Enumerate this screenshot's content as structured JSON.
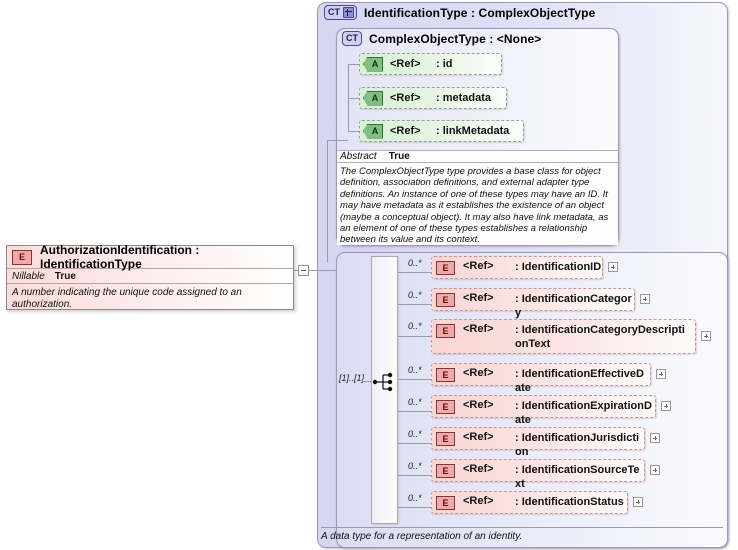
{
  "outer_type": {
    "badge": "CT",
    "badge_expander": "plus",
    "title": "IdentificationType : ComplexObjectType",
    "documentation": "A data type for a representation of an identity."
  },
  "base_type": {
    "badge": "CT",
    "title": "ComplexObjectType : <None>",
    "attributes": [
      {
        "icon": "A",
        "ref": "<Ref>",
        "name": ": id"
      },
      {
        "icon": "A",
        "ref": "<Ref>",
        "name": ": metadata"
      },
      {
        "icon": "A",
        "ref": "<Ref>",
        "name": ": linkMetadata"
      }
    ],
    "facet": {
      "key": "Abstract",
      "value": "True"
    },
    "documentation": "The ComplexObjectType type provides a base class for object definition, association definitions, and external adapter type definitions. An instance of one of these types may have an ID. It may have metadata as it establishes the existence of an object (maybe a conceptual object). It may also have link metadata, as an element of one of these types establishes a relationship between its value and its context."
  },
  "element_definition": {
    "icon": "E",
    "title": "AuthorizationIdentification : IdentificationType",
    "facet": {
      "key": "Nillable",
      "value": "True"
    },
    "documentation": "A number indicating the unique code assigned to an authorization.",
    "collapse_toggle": "minus"
  },
  "sequence": {
    "occurrence": "[1]..[1]",
    "compositor": "sequence"
  },
  "elements": [
    {
      "occurrence": "0..*",
      "icon": "E",
      "ref": "<Ref>",
      "name": ": IdentificationID",
      "expand": "+"
    },
    {
      "occurrence": "0..*",
      "icon": "E",
      "ref": "<Ref>",
      "name": ": IdentificationCategory",
      "expand": "+"
    },
    {
      "occurrence": "0..*",
      "icon": "E",
      "ref": "<Ref>",
      "name": ": IdentificationCategoryDescriptionText",
      "expand": "+"
    },
    {
      "occurrence": "0..*",
      "icon": "E",
      "ref": "<Ref>",
      "name": ": IdentificationEffectiveDate",
      "expand": "+"
    },
    {
      "occurrence": "0..*",
      "icon": "E",
      "ref": "<Ref>",
      "name": ": IdentificationExpirationDate",
      "expand": "+"
    },
    {
      "occurrence": "0..*",
      "icon": "E",
      "ref": "<Ref>",
      "name": ": IdentificationJurisdiction",
      "expand": "+"
    },
    {
      "occurrence": "0..*",
      "icon": "E",
      "ref": "<Ref>",
      "name": ": IdentificationSourceText",
      "expand": "+"
    },
    {
      "occurrence": "0..*",
      "icon": "E",
      "ref": "<Ref>",
      "name": ": IdentificationStatus",
      "expand": "+"
    }
  ],
  "colors": {
    "container": "#d8d8f2",
    "element_pink": "#f9d5d4",
    "attribute_green": "#d8f0d4",
    "border": "#9a9ab5"
  }
}
